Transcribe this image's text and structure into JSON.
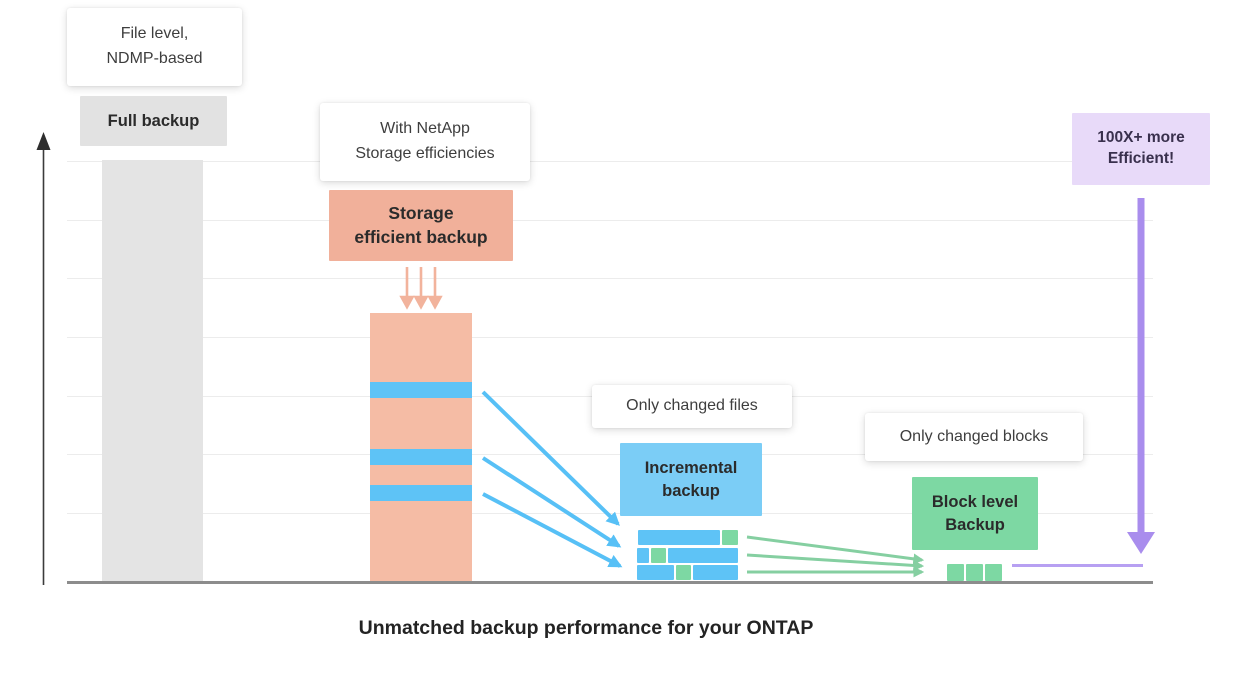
{
  "title": "Unmatched backup performance for your ONTAP",
  "cards": {
    "file_level": "File level,\nNDMP-based",
    "with_netapp": "With NetApp\nStorage efficiencies",
    "only_changed_files": "Only changed files",
    "only_changed_blocks": "Only changed blocks"
  },
  "labels": {
    "full_backup": "Full backup",
    "storage_efficient": "Storage\nefficient backup",
    "incremental": "Incremental\nbackup",
    "block_level": "Block level\nBackup",
    "efficiency": "100X+ more\nEfficient!"
  },
  "colors": {
    "gray_bar": "#e4e4e4",
    "gray_chip": "#e2e2e2",
    "salmon": "#f5bca5",
    "salmon_chip": "#f1b09a",
    "blue": "#5ec3f6",
    "blue_chip": "#7bcdf6",
    "green": "#7dd8a3",
    "green_arrow": "#85cfa1",
    "purple_box": "#e8daf9",
    "purple_arrow": "#a98ded",
    "baseline": "#8c8c8c",
    "axis": "#3b3b3b"
  }
}
